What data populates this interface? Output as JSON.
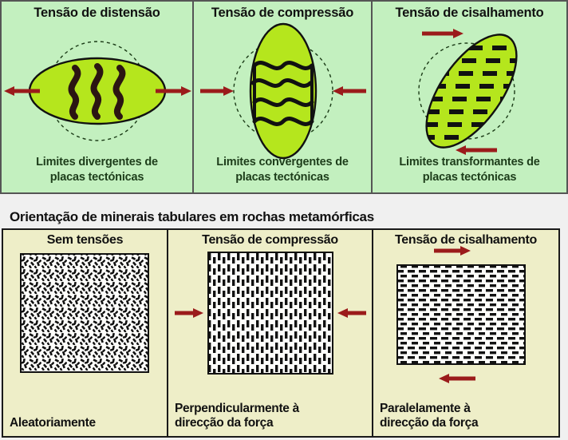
{
  "top_section": {
    "panels": [
      {
        "title": "Tensão de distensão",
        "caption_line1": "Limites divergentes de",
        "caption_line2": "placas tectónicas",
        "stress_type": "tensional",
        "arrow_direction": "outward-horizontal",
        "strain_shape": "horizontal-ellipse",
        "internal_pattern": "vertical-wavy-folds"
      },
      {
        "title": "Tensão de compressão",
        "caption_line1": "Limites convergentes de",
        "caption_line2": "placas tectónicas",
        "stress_type": "compressional",
        "arrow_direction": "inward-horizontal",
        "strain_shape": "vertical-ellipse",
        "internal_pattern": "horizontal-wavy-folds"
      },
      {
        "title": "Tensão de cisalhamento",
        "caption_line1": "Limites transformantes de",
        "caption_line2": "placas tectónicas",
        "stress_type": "shear",
        "arrow_direction": "couple-top-right-bottom-left",
        "strain_shape": "tilted-ellipse",
        "internal_pattern": "horizontal-dashes"
      }
    ],
    "reference_circle": "dashed"
  },
  "middle_title": "Orientação de minerais tabulares em rochas metamórficas",
  "bottom_section": {
    "panels": [
      {
        "title": "Sem tensões",
        "caption_line1": "Aleatoriamente",
        "caption_line2": "",
        "texture": "random-grains",
        "arrows": "none"
      },
      {
        "title": "Tensão de compressão",
        "caption_line1": "Perpendicularmente à",
        "caption_line2": "direcção da força",
        "texture": "vertical-dashes",
        "arrows": "inward-horizontal"
      },
      {
        "title": "Tensão de cisalhamento",
        "caption_line1": "Paralelamente à",
        "caption_line2": "direcção da força",
        "texture": "horizontal-dashes",
        "arrows": "couple-top-right-bottom-left"
      }
    ]
  },
  "colors": {
    "top_background": "#c3f0bf",
    "bottom_background": "#eeeec8",
    "rock_body": "#b5e61d",
    "arrow": "#9b1b1b",
    "outline": "#111111",
    "page_background": "#f0f0f0",
    "fold_dark": "#2b1512"
  }
}
